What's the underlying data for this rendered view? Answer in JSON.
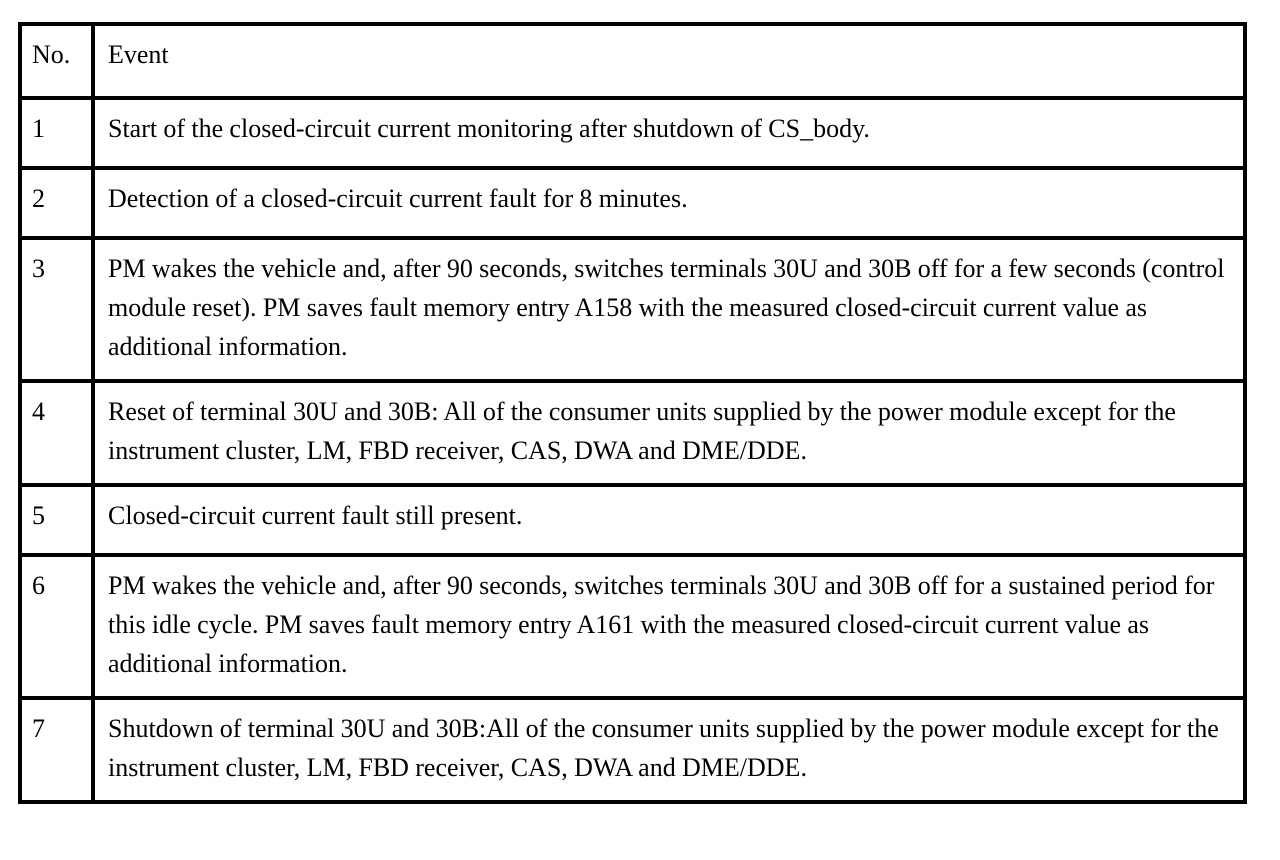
{
  "document": {
    "type": "table",
    "background_color": "#ffffff",
    "text_color": "#000000",
    "border_color": "#000000"
  },
  "table": {
    "columns": [
      {
        "key": "no",
        "header": "No."
      },
      {
        "key": "event",
        "header": "Event"
      }
    ],
    "rows": [
      {
        "no": "1",
        "event": "Start of the closed-circuit current monitoring after shutdown of CS_body."
      },
      {
        "no": "2",
        "event": "Detection of a closed-circuit current fault for 8 minutes."
      },
      {
        "no": "3",
        "event": "PM wakes the vehicle and, after 90 seconds, switches terminals 30U and 30B off for a few seconds (control module reset). PM saves fault memory entry A158 with the measured closed-circuit current value as additional information."
      },
      {
        "no": "4",
        "event": "Reset of terminal 30U and 30B: All of the consumer units supplied by the power module except for the instrument cluster, LM, FBD receiver, CAS, DWA and DME/DDE."
      },
      {
        "no": "5",
        "event": "Closed-circuit current fault still present."
      },
      {
        "no": "6",
        "event": "PM wakes the vehicle and, after 90 seconds, switches terminals 30U and 30B off for a sustained period for this idle cycle. PM saves fault memory entry A161 with the measured closed-circuit current value as additional information."
      },
      {
        "no": "7",
        "event": "Shutdown of terminal 30U and 30B:All of the consumer units supplied by the power module except for the instrument cluster, LM, FBD receiver, CAS, DWA and DME/DDE."
      }
    ]
  }
}
